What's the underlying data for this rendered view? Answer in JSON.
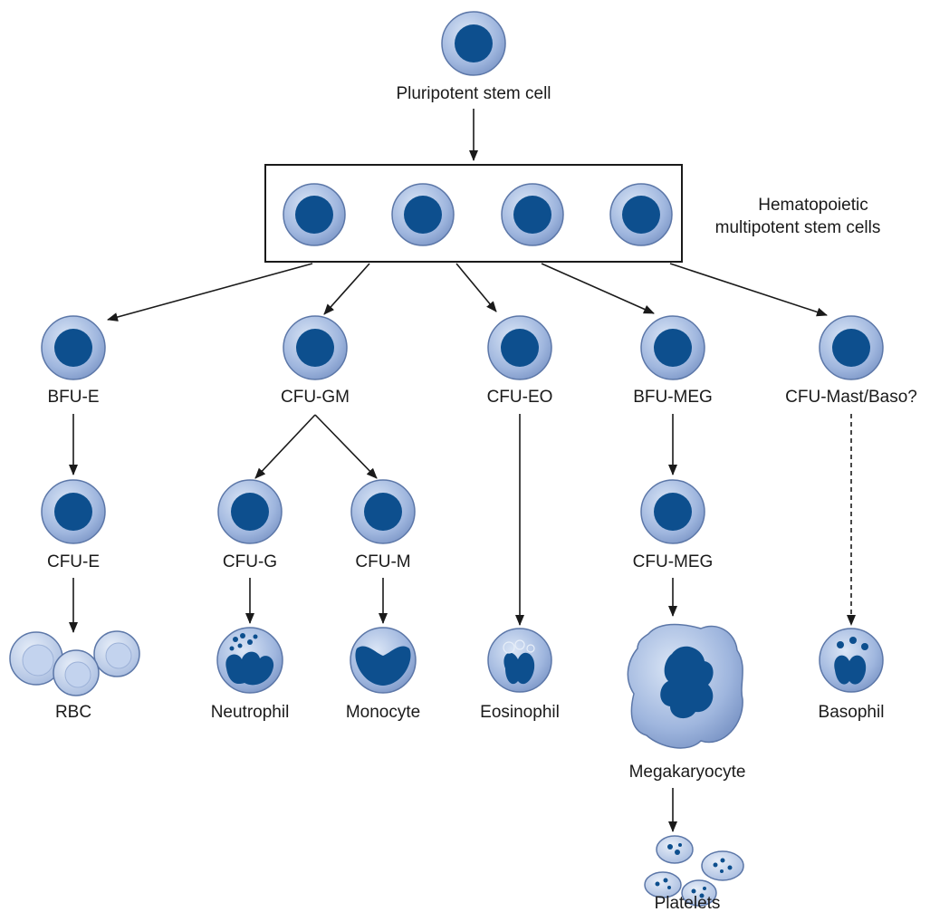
{
  "colors": {
    "cell_outer": "#9fb6de",
    "cell_outer_edge": "#5c77a8",
    "nucleus": "#0d4f8e",
    "arrow": "#1a1a1a"
  },
  "labels": {
    "pluripotent": "Pluripotent stem cell",
    "multipotent_line1": "Hematopoietic",
    "multipotent_line2": "multipotent stem cells",
    "bfu_e": "BFU-E",
    "cfu_gm": "CFU-GM",
    "cfu_eo": "CFU-EO",
    "bfu_meg": "BFU-MEG",
    "cfu_mast_baso": "CFU-Mast/Baso?",
    "cfu_e": "CFU-E",
    "cfu_g": "CFU-G",
    "cfu_m": "CFU-M",
    "cfu_meg": "CFU-MEG",
    "rbc": "RBC",
    "neutrophil": "Neutrophil",
    "monocyte": "Monocyte",
    "eosinophil": "Eosinophil",
    "basophil": "Basophil",
    "megakaryocyte": "Megakaryocyte",
    "platelets": "Platelets"
  }
}
